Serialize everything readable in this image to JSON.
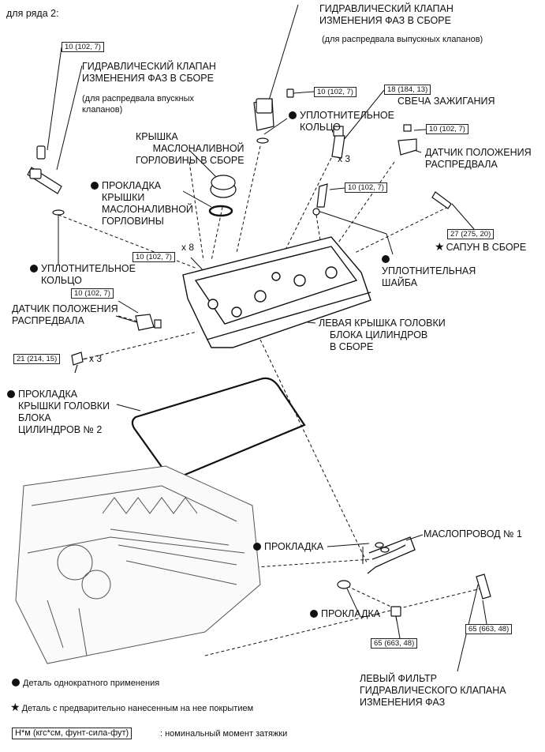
{
  "header": "для ряда 2:",
  "torques": {
    "t_vvt_in": "10 (102, 7)",
    "t_vvt_ex": "10 (102, 7)",
    "t_plug": "18 (184, 13)",
    "t_camsensor_r": "10 (102, 7)",
    "t_stud": "10 (102, 7)",
    "t_breather": "27 (275, 20)",
    "t_cover": "10 (102, 7)",
    "t_camsensor_l": "10 (102, 7)",
    "t_bolt": "21 (214, 15)",
    "t_filter_l": "65 (663, 48)",
    "t_filter_r": "65 (663, 48)"
  },
  "counts": {
    "x8": "x 8",
    "x3_plug": "x 3",
    "x3_bolt": "x 3"
  },
  "labels": {
    "vvt_in": [
      "ГИДРАВЛИЧЕСКИЙ КЛАПАН",
      "ИЗМЕНЕНИЯ ФАЗ В СБОРЕ"
    ],
    "vvt_in_note": [
      "(для распредвала впускных",
      "клапанов)"
    ],
    "vvt_ex": [
      "ГИДРАВЛИЧЕСКИЙ КЛАПАН",
      "ИЗМЕНЕНИЯ ФАЗ В СБОРЕ"
    ],
    "vvt_ex_note": "(для распредвала выпускных клапанов)",
    "plug": "СВЕЧА ЗАЖИГАНИЯ",
    "oring_top": [
      "УПЛОТНИТЕЛЬНОЕ",
      "КОЛЬЦО"
    ],
    "cam_sensor_r": [
      "ДАТЧИК ПОЛОЖЕНИЯ",
      "РАСПРЕДВАЛА"
    ],
    "filler_cap": [
      "КРЫШКА",
      "МАСЛОНАЛИВНОЙ",
      "ГОРЛОВИНЫ В СБОРЕ"
    ],
    "filler_gasket": [
      "ПРОКЛАДКА",
      "КРЫШКИ",
      "МАСЛОНАЛИВНОЙ",
      "ГОРЛОВИНЫ"
    ],
    "breather": "САПУН В СБОРЕ",
    "oring_left": [
      "УПЛОТНИТЕЛЬНОЕ",
      "КОЛЬЦО"
    ],
    "washer": [
      "УПЛОТНИТЕЛЬНАЯ",
      "ШАЙБА"
    ],
    "cam_sensor_l": [
      "ДАТЧИК ПОЛОЖЕНИЯ",
      "РАСПРЕДВАЛА"
    ],
    "head_cover": [
      "ЛЕВАЯ КРЫШКА ГОЛОВКИ",
      "БЛОКА ЦИЛИНДРОВ",
      "В СБОРЕ"
    ],
    "cover_gasket": [
      "ПРОКЛАДКА",
      "КРЫШКИ ГОЛОВКИ",
      "БЛОКА",
      "ЦИЛИНДРОВ № 2"
    ],
    "gasket_1": "ПРОКЛАДКА",
    "oil_pipe": "МАСЛОПРОВОД № 1",
    "gasket_2": "ПРОКЛАДКА",
    "filter": [
      "ЛЕВЫЙ ФИЛЬТР",
      "ГИДРАВЛИЧЕСКОГО КЛАПАНА",
      "ИЗМЕНЕНИЯ ФАЗ"
    ]
  },
  "legend": {
    "non_reusable": "Деталь однократного применения",
    "precoated": "Деталь с предварительно нанесенным на нее покрытием",
    "torque_unit": "Н*м (кгс*см, фунт-сила-фут)",
    "torque_desc": ": номинальный момент затяжки"
  }
}
